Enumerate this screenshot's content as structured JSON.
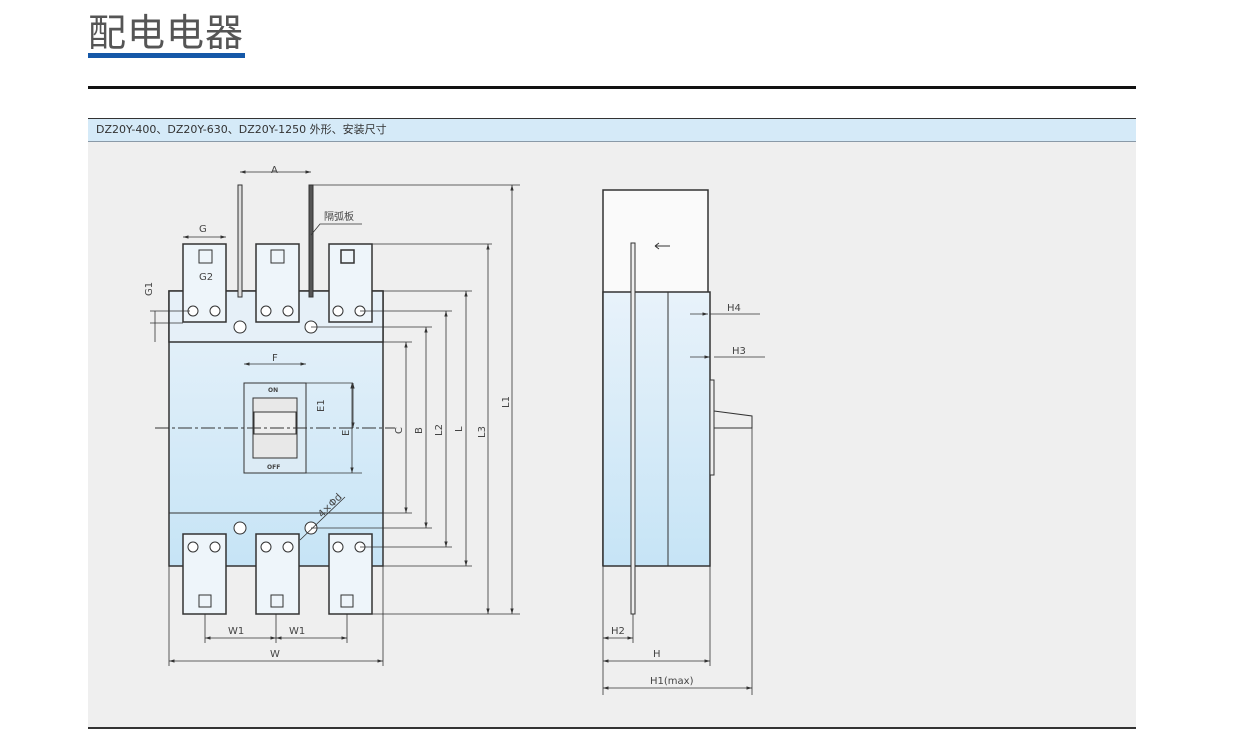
{
  "page": {
    "title": "配电电器",
    "accent_color": "#1558a8"
  },
  "section": {
    "heading": "DZ20Y-400、DZ20Y-630、DZ20Y-1250 外形、安装尺寸"
  },
  "front_view": {
    "labels": {
      "A": "A",
      "G": "G",
      "G1": "G1",
      "G2": "G2",
      "F": "F",
      "E": "E",
      "E1": "E1",
      "C": "C",
      "B": "B",
      "L2": "L2",
      "L": "L",
      "L3": "L3",
      "L1": "L1",
      "W1a": "W1",
      "W1b": "W1",
      "W": "W",
      "hole": "4×Φd",
      "barrier": "隔弧板",
      "on": "ON",
      "off": "OFF"
    }
  },
  "side_view": {
    "labels": {
      "H4": "H4",
      "H3": "H3",
      "H2": "H2",
      "H": "H",
      "H1": "H1(max)"
    }
  }
}
